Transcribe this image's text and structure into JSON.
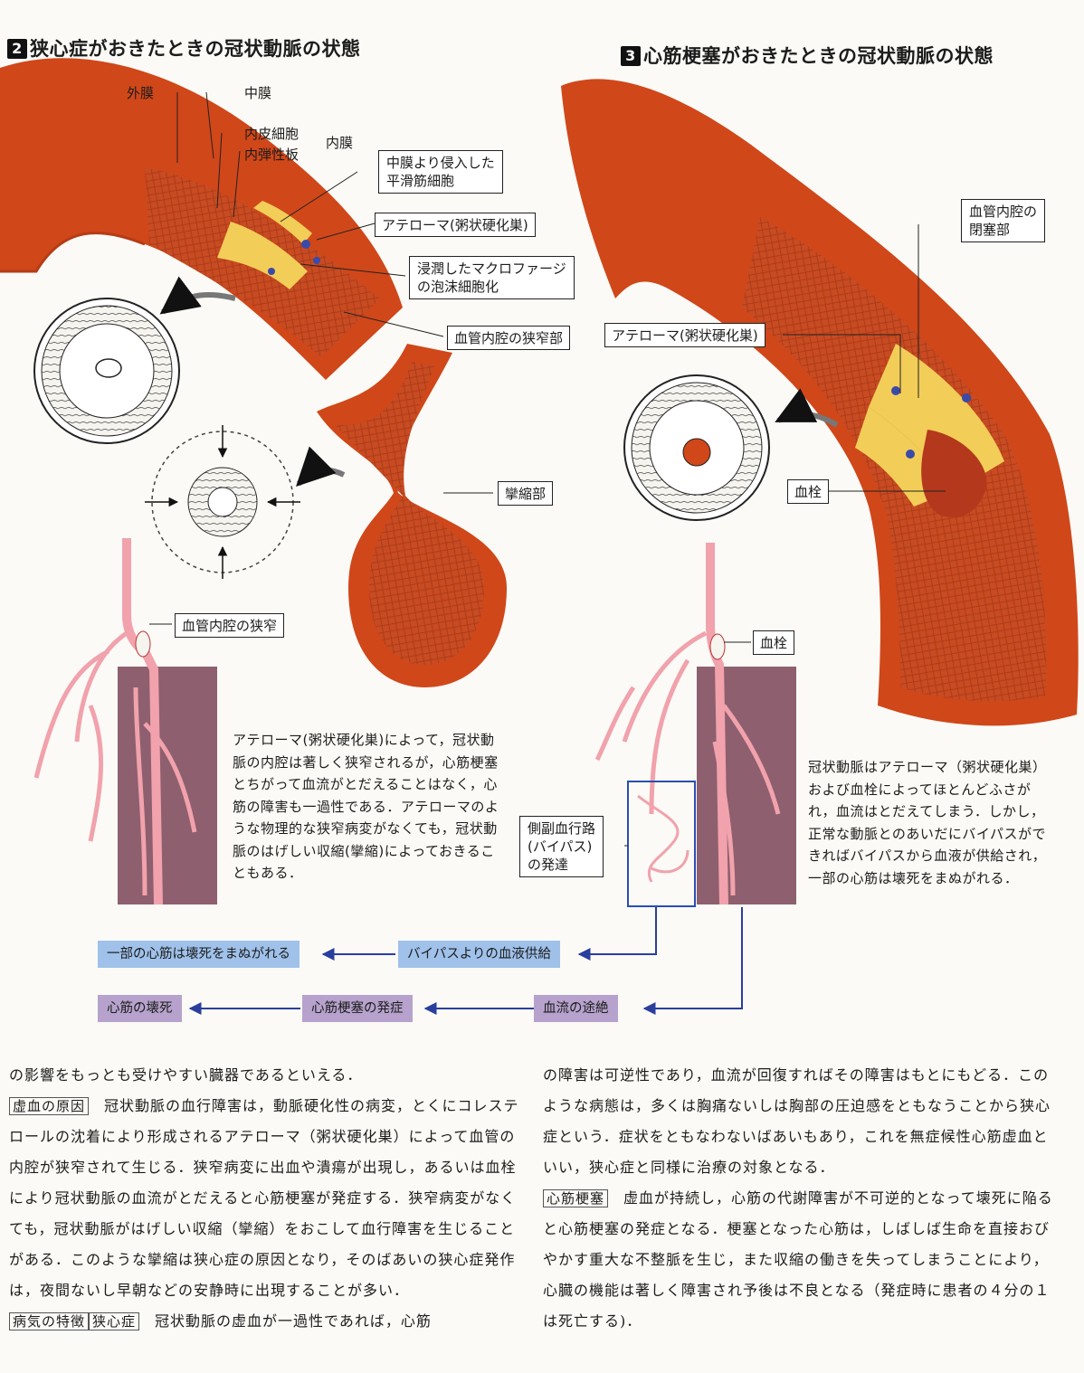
{
  "section2": {
    "number": "2",
    "title": "狭心症がおきたときの冠状動脈の状態",
    "labels": {
      "outer": "外膜",
      "middle": "中膜",
      "endothelium": "内皮細胞",
      "elastic": "内弾性板",
      "inner": "内膜",
      "smooth_muscle": "中膜より侵入した\n平滑筋細胞",
      "atheroma": "アテローマ(粥状硬化巣)",
      "macrophage": "浸潤したマクロファージ\nの泡沫細胞化",
      "stenosis": "血管内腔の狭窄部",
      "spasm": "攣縮部",
      "narrowing": "血管内腔の狭窄"
    },
    "description": "アテローマ(粥状硬化巣)によって，冠状動脈の内腔は著しく狭窄されるが，心筋梗塞とちがって血流がとだえることはなく，心筋の障害も一過性である．アテローマのような物理的な狭窄病変がなくても，冠状動脈のはげしい収縮(攣縮)によっておきることもある．"
  },
  "section3": {
    "number": "3",
    "title": "心筋梗塞がおきたときの冠状動脈の状態",
    "labels": {
      "occlusion": "血管内腔の\n閉塞部",
      "atheroma": "アテローマ(粥状硬化巣)",
      "thrombus": "血栓",
      "thrombus2": "血栓",
      "collateral": "側副血行路\n(バイパス)\nの発達"
    },
    "description": "冠状動脈はアテローマ（粥状硬化巣）および血栓によってほとんどふさがれ，血流はとだえてしまう．しかし，正常な動脈とのあいだにバイパスができればバイパスから血液が供給され，一部の心筋は壊死をまぬがれる．"
  },
  "flow": {
    "row1": {
      "left": "一部の心筋は壊死をまぬがれる",
      "right": "バイパスよりの血液供給"
    },
    "row2": {
      "left": "心筋の壊死",
      "middle": "心筋梗塞の発症",
      "right": "血流の途絶"
    }
  },
  "body": {
    "left": {
      "line0": "の影響をもっとも受けやすい臓器であるといえる．",
      "h1": "虚血の原因",
      "p1": "冠状動脈の血行障害は，動脈硬化性の病変，とくにコレステロールの沈着により形成されるアテローマ（粥状硬化巣）によって血管の内腔が狭窄されて生じる．狭窄病変に出血や潰瘍が出現し，あるいは血栓により冠状動脈の血流がとだえると心筋梗塞が発症する．狭窄病変がなくても，冠状動脈がはげしい収縮（攣縮）をおこして血行障害を生じることがある．このような攣縮は狭心症の原因となり，そのばあいの狭心症発作は，夜間ないし早朝などの安静時に出現することが多い．",
      "h2a": "病気の特徴",
      "h2b": "狭心症",
      "p2": "冠状動脈の虚血が一過性であれば，心筋"
    },
    "right": {
      "p1": "の障害は可逆性であり，血流が回復すればその障害はもとにもどる．このような病態は，多くは胸痛ないしは胸部の圧迫感をともなうことから狭心症という．症状をともなわないばあいもあり，これを無症候性心筋虚血といい，狭心症と同様に治療の対象となる．",
      "h1": "心筋梗塞",
      "p2": "虚血が持続し，心筋の代謝障害が不可逆的となって壊死に陥ると心筋梗塞の発症となる．梗塞となった心筋は，しばしば生命を直接おびやかす重大な不整脈を生じ，また収縮の働きを失ってしまうことにより，心臓の機能は著しく障害され予後は不良となる（発症時に患者の４分の１は死亡する)．"
    }
  },
  "colors": {
    "vessel_outer": "#d0471a",
    "vessel_inner": "#e7732e",
    "plaque": "#f2cd58",
    "tissue": "#8e5f6e",
    "branch": "#f1a2ac",
    "flow_blue": "#9fc1ea",
    "flow_purple": "#b6a2cc",
    "arrow": "#2a3e9e"
  }
}
